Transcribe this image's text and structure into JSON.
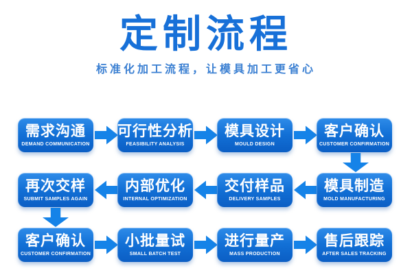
{
  "header": {
    "title": "定制流程",
    "subtitle": "标准化加工流程，让模具加工更省心"
  },
  "colors": {
    "background": "#ffffff",
    "title": "#1770d8",
    "subtitle": "#3a7fd2",
    "box_top": "#2f8ce9",
    "box_mid": "#1270d6",
    "box_bottom": "#0b5ec4",
    "box_text": "#ffffff",
    "arrow": "#1583e8"
  },
  "flow": {
    "rows": [
      {
        "direction": "right",
        "steps": [
          {
            "title": "需求沟通",
            "caption": "DEMAND COMMUNICATION"
          },
          {
            "title": "可行性分析",
            "caption": "FEASIBILITY ANALYSIS"
          },
          {
            "title": "模具设计",
            "caption": "MOULD DESIGN"
          },
          {
            "title": "客户确认",
            "caption": "CUSTOMER CONFIRMATION"
          }
        ]
      },
      {
        "direction": "left",
        "steps": [
          {
            "title": "再次交样",
            "caption": "SUBMIT SAMPLES AGAIN"
          },
          {
            "title": "内部优化",
            "caption": "INTERNAL OPTIMIZATION"
          },
          {
            "title": "交付样品",
            "caption": "DELIVERY SAMPLES"
          },
          {
            "title": "模具制造",
            "caption": "MOLD MANUFACTURING"
          }
        ]
      },
      {
        "direction": "right",
        "steps": [
          {
            "title": "客户确认",
            "caption": "CUSTOMER CONFIRMATION"
          },
          {
            "title": "小批量试",
            "caption": "SMALL BATCH TEST"
          },
          {
            "title": "进行量产",
            "caption": "MASS PRODUCTION"
          },
          {
            "title": "售后跟踪",
            "caption": "AFTER SALES TRACKING"
          }
        ]
      }
    ]
  }
}
